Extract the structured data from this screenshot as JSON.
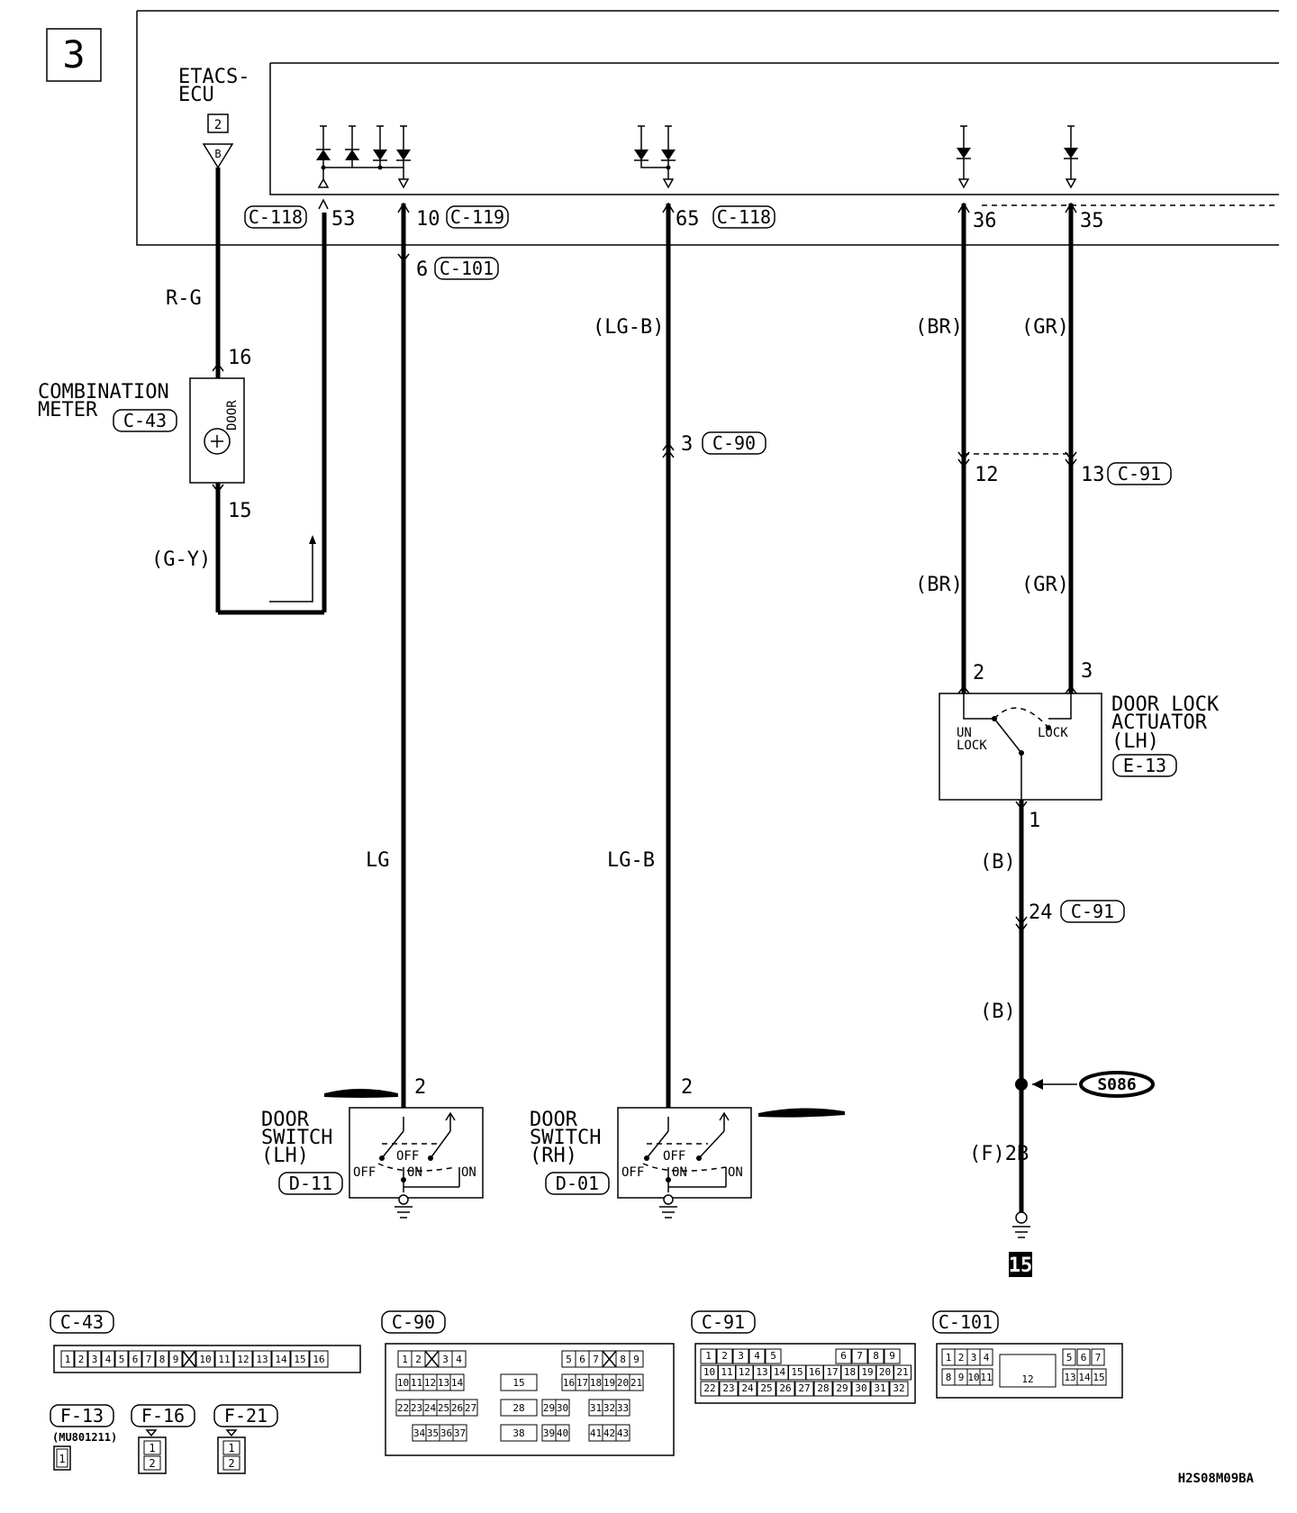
{
  "page_number": "3",
  "etacs": {
    "name_line1": "ETACS-",
    "name_line2": "ECU",
    "ref_box": "2",
    "ref_letter": "B"
  },
  "ecu_terminals": {
    "t53": {
      "conn": "C-118",
      "pin": "53"
    },
    "t10": {
      "conn": "C-119",
      "pin": "10"
    },
    "t65": {
      "conn": "C-118",
      "pin": "65"
    },
    "t36": {
      "pin": "36"
    },
    "t35": {
      "pin": "35"
    }
  },
  "wires": {
    "r_g": "R-G",
    "g_y": "(G-Y)",
    "lg": "LG",
    "lg_b_paren": "(LG-B)",
    "lg_b": "LG-B",
    "br_1": "(BR)",
    "gr_1": "(GR)",
    "br_2": "(BR)",
    "gr_2": "(GR)",
    "b_1": "(B)",
    "b_2": "(B)",
    "f_2b": "(F)2B"
  },
  "connectors_inline": {
    "c101_pin": "6",
    "c101": "C-101",
    "c90_pin": "3",
    "c90": "C-90",
    "c91a_pin12": "12",
    "c91a_pin13": "13",
    "c91a": "C-91",
    "c91b_pin": "24",
    "c91b": "C-91"
  },
  "combination_meter": {
    "line1": "COMBINATION",
    "line2": "METER",
    "conn": "C-43",
    "pin_top": "16",
    "pin_bottom": "15",
    "label": "DOOR"
  },
  "door_lock_actuator": {
    "line1": "DOOR LOCK",
    "line2": "ACTUATOR",
    "line3": "(LH)",
    "conn": "E-13",
    "pin2": "2",
    "pin3": "3",
    "pin1": "1",
    "unlock_1": "UN",
    "unlock_2": "LOCK",
    "lock": "LOCK"
  },
  "door_switch_lh": {
    "line1": "DOOR",
    "line2": "SWITCH",
    "line3": "(LH)",
    "conn": "D-11",
    "pin": "2",
    "off_left": "OFF",
    "off_mid": "OFF",
    "on_mid": "ON",
    "on_right": "ON"
  },
  "door_switch_rh": {
    "line1": "DOOR",
    "line2": "SWITCH",
    "line3": "(RH)",
    "conn": "D-01",
    "pin": "2",
    "off_left": "OFF",
    "off_mid": "OFF",
    "on_mid": "ON",
    "on_right": "ON"
  },
  "splice": "S086",
  "ground_ref": "15",
  "connector_views": {
    "c43": {
      "title": "C-43",
      "pins": [
        "1",
        "2",
        "3",
        "4",
        "5",
        "6",
        "7",
        "8",
        "9",
        "",
        "10",
        "11",
        "12",
        "13",
        "14",
        "15",
        "16"
      ]
    },
    "c90": {
      "title": "C-90",
      "row1": [
        "1",
        "2",
        "",
        "3",
        "4",
        "5",
        "6",
        "7",
        "",
        "8",
        "9"
      ],
      "row2": [
        "10",
        "11",
        "12",
        "13",
        "14",
        "15",
        "16",
        "17",
        "18",
        "19",
        "20",
        "21"
      ],
      "row3": [
        "22",
        "23",
        "24",
        "25",
        "26",
        "27",
        "28",
        "29",
        "30",
        "31",
        "32",
        "33"
      ],
      "row4": [
        "34",
        "35",
        "36",
        "37",
        "38",
        "39",
        "40",
        "41",
        "42",
        "43"
      ]
    },
    "c91": {
      "title": "C-91",
      "row1": [
        "1",
        "2",
        "3",
        "4",
        "5",
        "6",
        "7",
        "8",
        "9"
      ],
      "row2": [
        "10",
        "11",
        "12",
        "13",
        "14",
        "15",
        "16",
        "17",
        "18",
        "19",
        "20",
        "21"
      ],
      "row3": [
        "22",
        "23",
        "24",
        "25",
        "26",
        "27",
        "28",
        "29",
        "30",
        "31",
        "32"
      ]
    },
    "c101": {
      "title": "C-101",
      "row1": [
        "1",
        "2",
        "3",
        "4",
        "5",
        "6",
        "7"
      ],
      "row2": [
        "8",
        "9",
        "10",
        "11",
        "13",
        "14",
        "15"
      ],
      "center": "12"
    },
    "f13": {
      "title": "F-13",
      "part": "(MU801211)",
      "pin": "1"
    },
    "f16": {
      "title": "F-16",
      "pin1": "1",
      "pin2": "2"
    },
    "f21": {
      "title": "F-21",
      "pin1": "1",
      "pin2": "2"
    }
  },
  "figure_code": "H2S08M09BA"
}
